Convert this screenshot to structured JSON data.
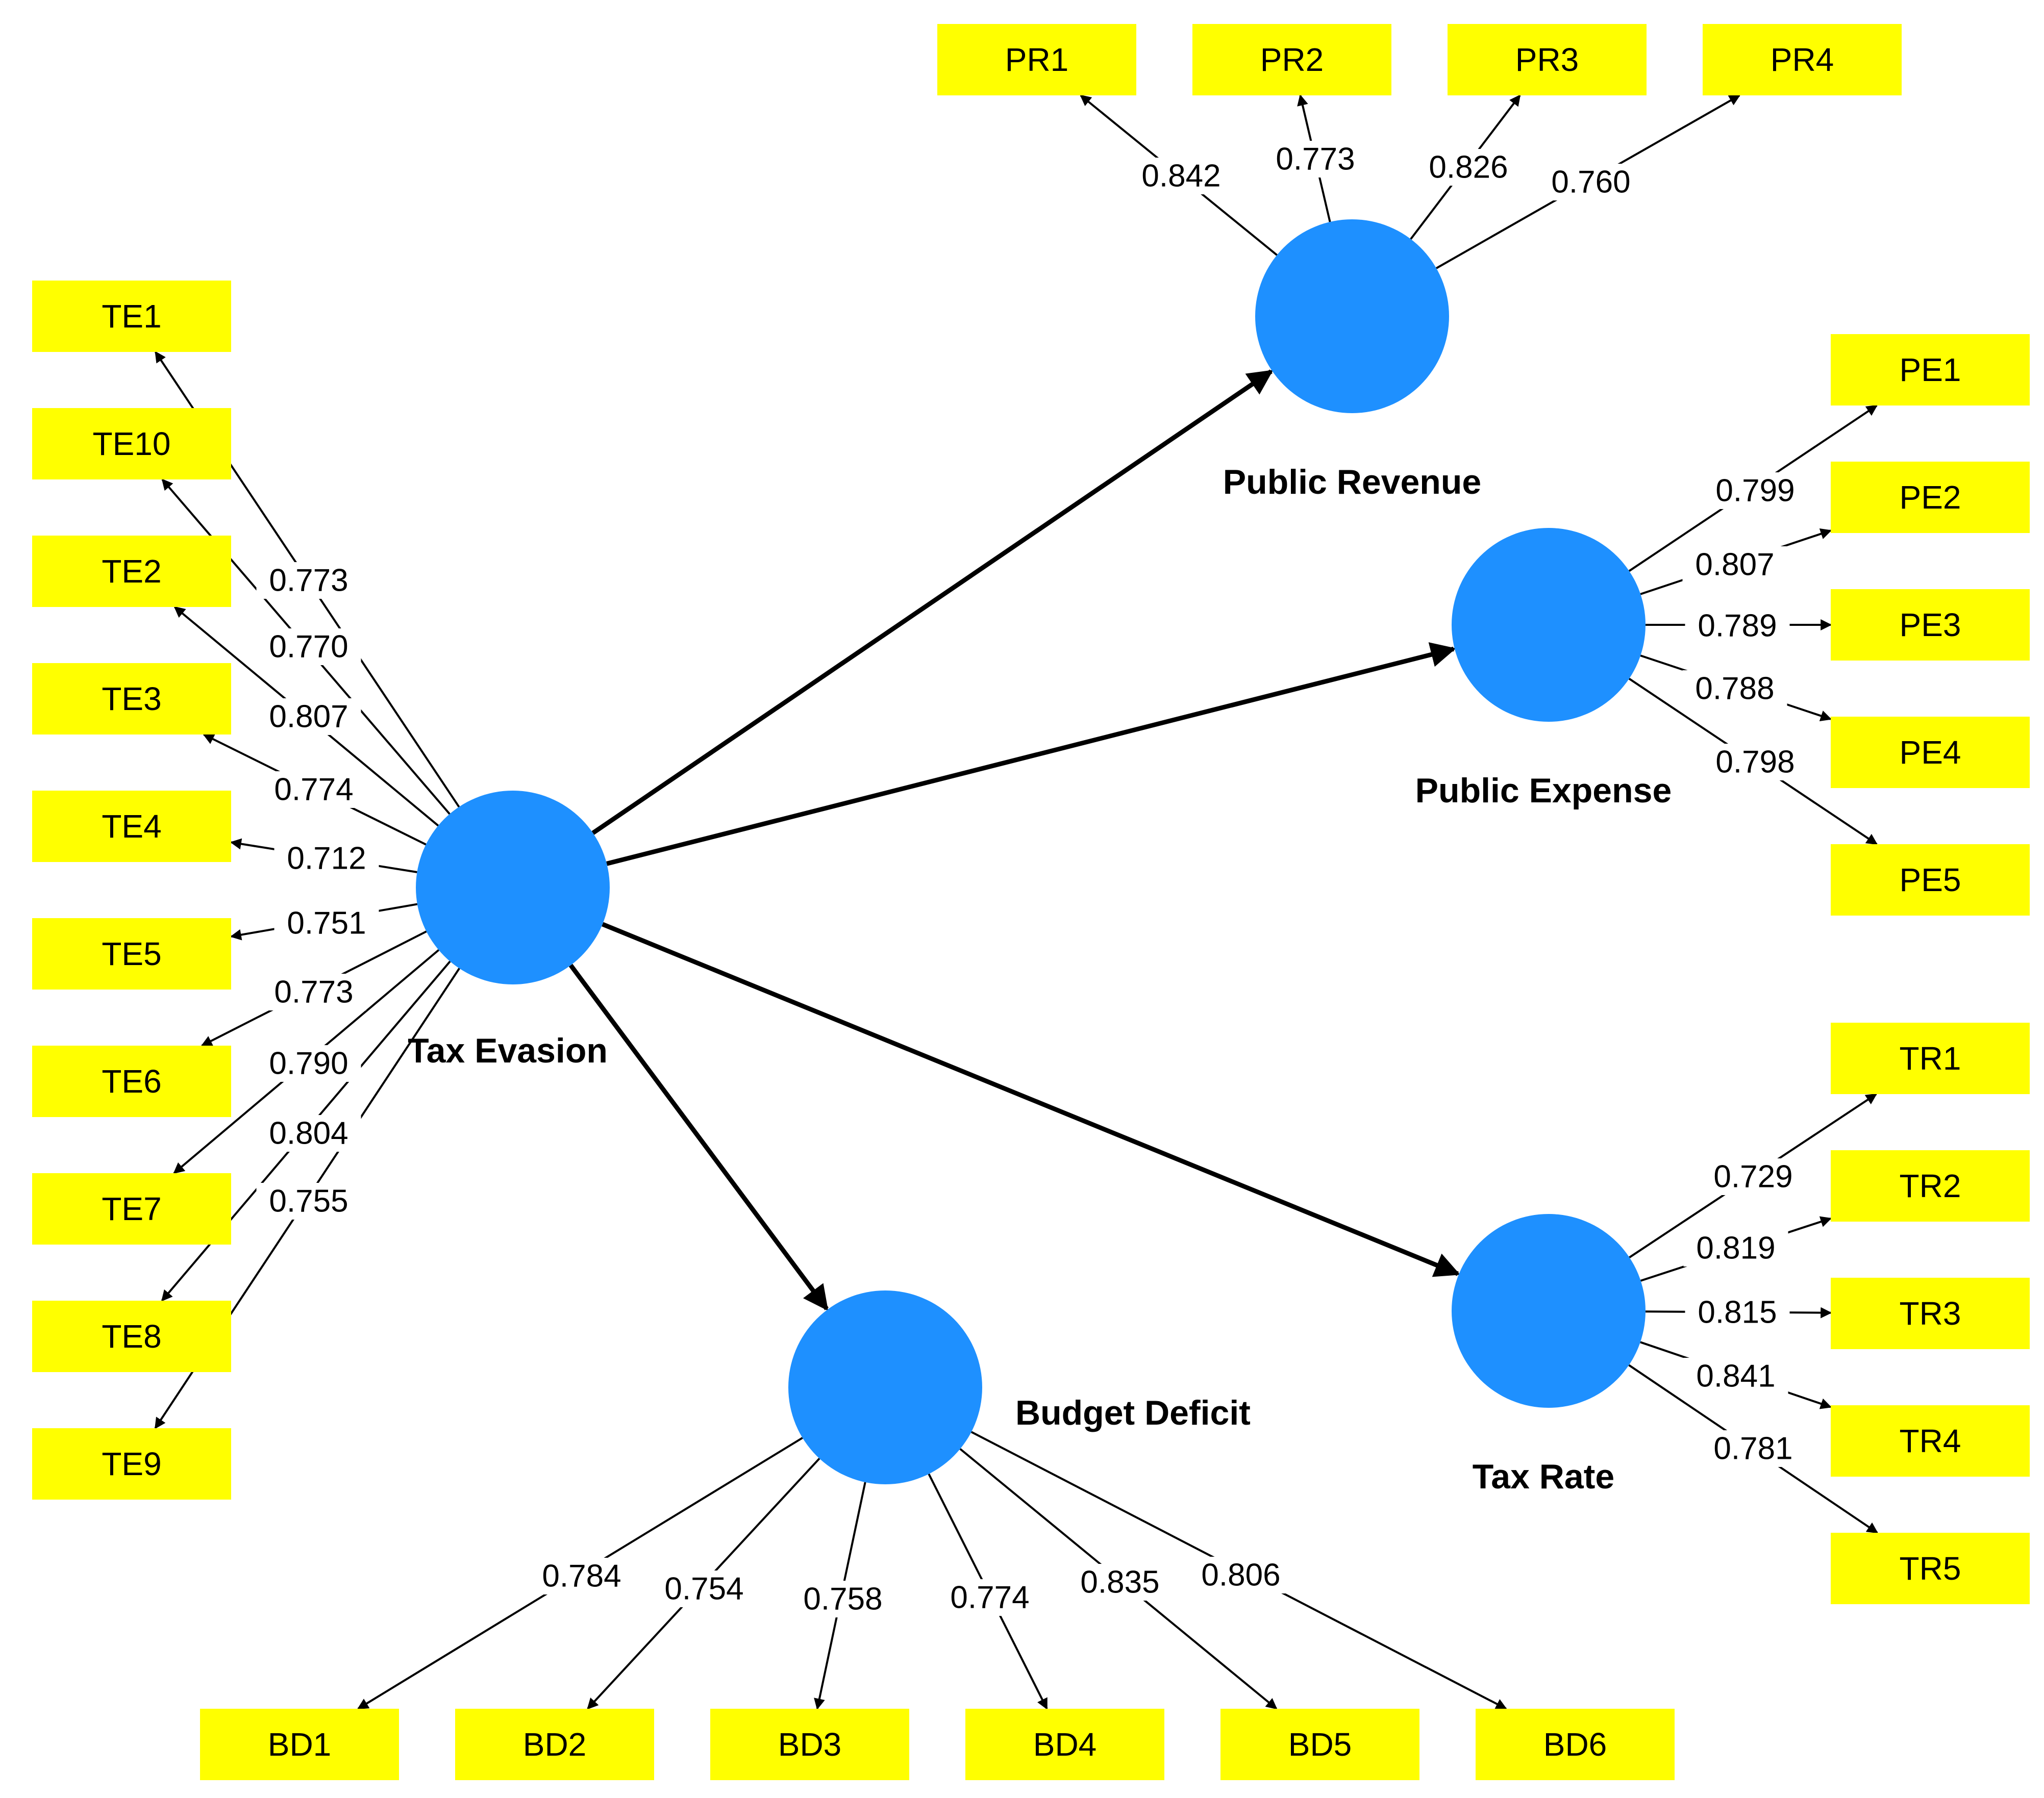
{
  "colors": {
    "latent_fill": "#1E90FF",
    "indicator_fill": "#FFFF00",
    "line": "#000000",
    "background": "#FFFFFF"
  },
  "latents": [
    {
      "id": "TE",
      "label": "Tax Evasion"
    },
    {
      "id": "PR",
      "label": "Public Revenue"
    },
    {
      "id": "PE",
      "label": "Public Expense"
    },
    {
      "id": "TR",
      "label": "Tax Rate"
    },
    {
      "id": "BD",
      "label": "Budget Deficit"
    }
  ],
  "structural_paths": [
    {
      "from": "TE",
      "to": "PR"
    },
    {
      "from": "TE",
      "to": "PE"
    },
    {
      "from": "TE",
      "to": "TR"
    },
    {
      "from": "TE",
      "to": "BD"
    }
  ],
  "indicators": [
    {
      "label": "TE1",
      "latent": "TE",
      "loading": "0.773"
    },
    {
      "label": "TE10",
      "latent": "TE",
      "loading": "0.770"
    },
    {
      "label": "TE2",
      "latent": "TE",
      "loading": "0.807"
    },
    {
      "label": "TE3",
      "latent": "TE",
      "loading": "0.774"
    },
    {
      "label": "TE4",
      "latent": "TE",
      "loading": "0.712"
    },
    {
      "label": "TE5",
      "latent": "TE",
      "loading": "0.751"
    },
    {
      "label": "TE6",
      "latent": "TE",
      "loading": "0.773"
    },
    {
      "label": "TE7",
      "latent": "TE",
      "loading": "0.790"
    },
    {
      "label": "TE8",
      "latent": "TE",
      "loading": "0.804"
    },
    {
      "label": "TE9",
      "latent": "TE",
      "loading": "0.755"
    },
    {
      "label": "PR1",
      "latent": "PR",
      "loading": "0.842"
    },
    {
      "label": "PR2",
      "latent": "PR",
      "loading": "0.773"
    },
    {
      "label": "PR3",
      "latent": "PR",
      "loading": "0.826"
    },
    {
      "label": "PR4",
      "latent": "PR",
      "loading": "0.760"
    },
    {
      "label": "PE1",
      "latent": "PE",
      "loading": "0.799"
    },
    {
      "label": "PE2",
      "latent": "PE",
      "loading": "0.807"
    },
    {
      "label": "PE3",
      "latent": "PE",
      "loading": "0.789"
    },
    {
      "label": "PE4",
      "latent": "PE",
      "loading": "0.788"
    },
    {
      "label": "PE5",
      "latent": "PE",
      "loading": "0.798"
    },
    {
      "label": "TR1",
      "latent": "TR",
      "loading": "0.729"
    },
    {
      "label": "TR2",
      "latent": "TR",
      "loading": "0.819"
    },
    {
      "label": "TR3",
      "latent": "TR",
      "loading": "0.815"
    },
    {
      "label": "TR4",
      "latent": "TR",
      "loading": "0.841"
    },
    {
      "label": "TR5",
      "latent": "TR",
      "loading": "0.781"
    },
    {
      "label": "BD1",
      "latent": "BD",
      "loading": "0.784"
    },
    {
      "label": "BD2",
      "latent": "BD",
      "loading": "0.754"
    },
    {
      "label": "BD3",
      "latent": "BD",
      "loading": "0.758"
    },
    {
      "label": "BD4",
      "latent": "BD",
      "loading": "0.774"
    },
    {
      "label": "BD5",
      "latent": "BD",
      "loading": "0.835"
    },
    {
      "label": "BD6",
      "latent": "BD",
      "loading": "0.806"
    }
  ]
}
